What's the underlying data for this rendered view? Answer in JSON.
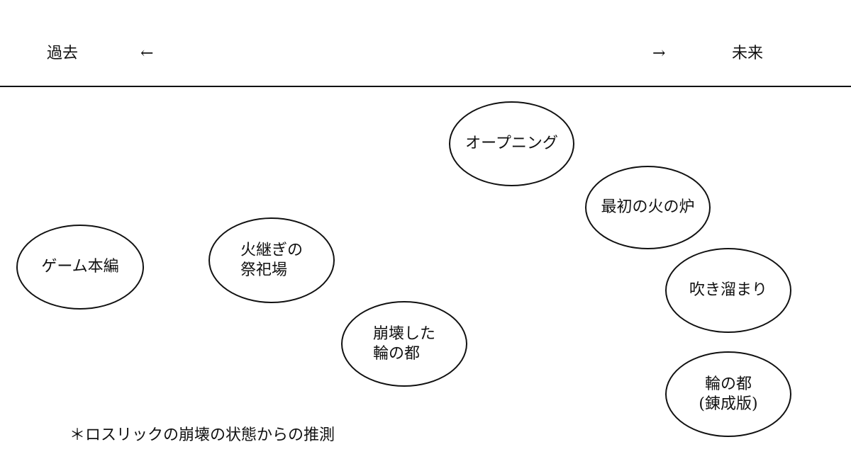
{
  "timeline": {
    "past_label": "過去",
    "left_arrow": "←",
    "right_arrow": "→",
    "future_label": "未来"
  },
  "nodes": [
    {
      "id": "opening",
      "label": "オープニング"
    },
    {
      "id": "first-flame-kiln",
      "label": "最初の火の炉"
    },
    {
      "id": "main-game",
      "label": "ゲーム本編"
    },
    {
      "id": "firelink-shrine",
      "label": "火継ぎの\n祭祀場"
    },
    {
      "id": "whirlpool",
      "label": "吹き溜まり"
    },
    {
      "id": "ringed-city-collapsed",
      "label": "崩壊した\n輪の都"
    },
    {
      "id": "ringed-city-refined",
      "label": "輪の都\n(錬成版)"
    }
  ],
  "footnote": "＊ロスリックの崩壊の状態からの推測"
}
